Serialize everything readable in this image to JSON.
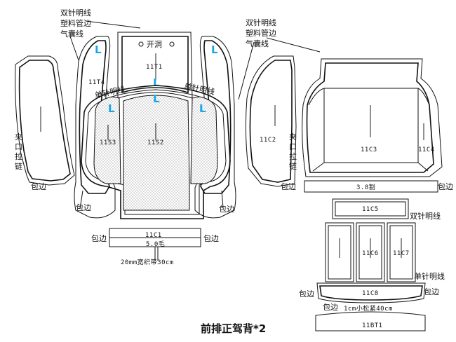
{
  "title": "前排正驾背*2",
  "notes": {
    "double_stitch": "双针明线",
    "plastic_piping": "塑料管边",
    "airbag_line": "气囊线",
    "single_stitch": "单针明线",
    "open_hole": "开洞",
    "binding": "包边",
    "zipper_vertical": "夹口拉链",
    "strap": "20mm宽织带30cm",
    "elastic": "1cm小松紧40cm",
    "cut_3_8": "3.8割",
    "hair_5_0": "5.0毛"
  },
  "marker": "L",
  "pieces": {
    "p11T1": "11T1",
    "p11T4": "11T4",
    "p11S3": "11S3",
    "p11S2": "11S2",
    "p11C1": "11C1",
    "p11C2": "11C2",
    "p11C3": "11C3",
    "p11C4": "11C4",
    "p11C5": "11C5",
    "p11C6": "11C6",
    "p11C7": "11C7",
    "p11C8": "11C8",
    "p11BT1": "11BT1"
  },
  "colors": {
    "accent_marker": "#1aa6e6",
    "line": "#111111"
  }
}
